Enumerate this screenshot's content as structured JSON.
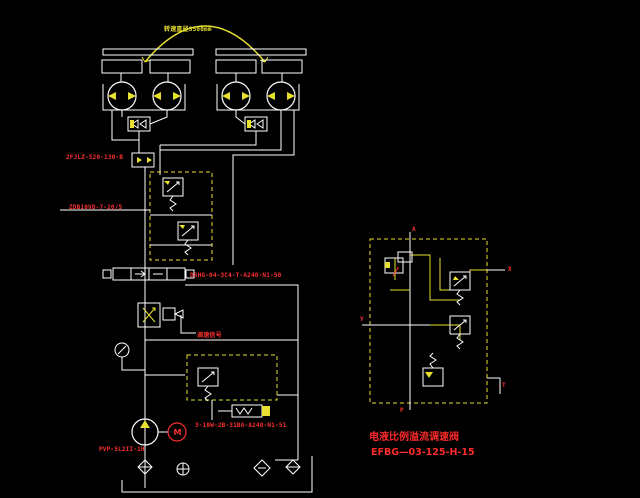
{
  "labels": {
    "arc_note": "转速直径3500mm",
    "valve_top": "2FJLZ-520-130-B",
    "valve_mid": "ZDB10VD-7-20/5",
    "dir_valve": "DSHG-04-3C4-T-A240-N1-50",
    "signal": "调速信号",
    "prop_valve": "3-10W-2B-31BA-A240-N1-51",
    "pump": "PVP-5L2II-1H"
  },
  "right_panel": {
    "title_cn": "电液比例溢流调速阀",
    "title_model": "EFBG—03-125-H-15",
    "port_a": "A",
    "port_x": "X",
    "port_y": "Y",
    "port_t": "T",
    "port_p": "P"
  },
  "colors": {
    "background": "#000000",
    "line": "#ffffff",
    "dashed": "#e8e030",
    "label": "#ff3030",
    "arc": "#e8e030"
  }
}
